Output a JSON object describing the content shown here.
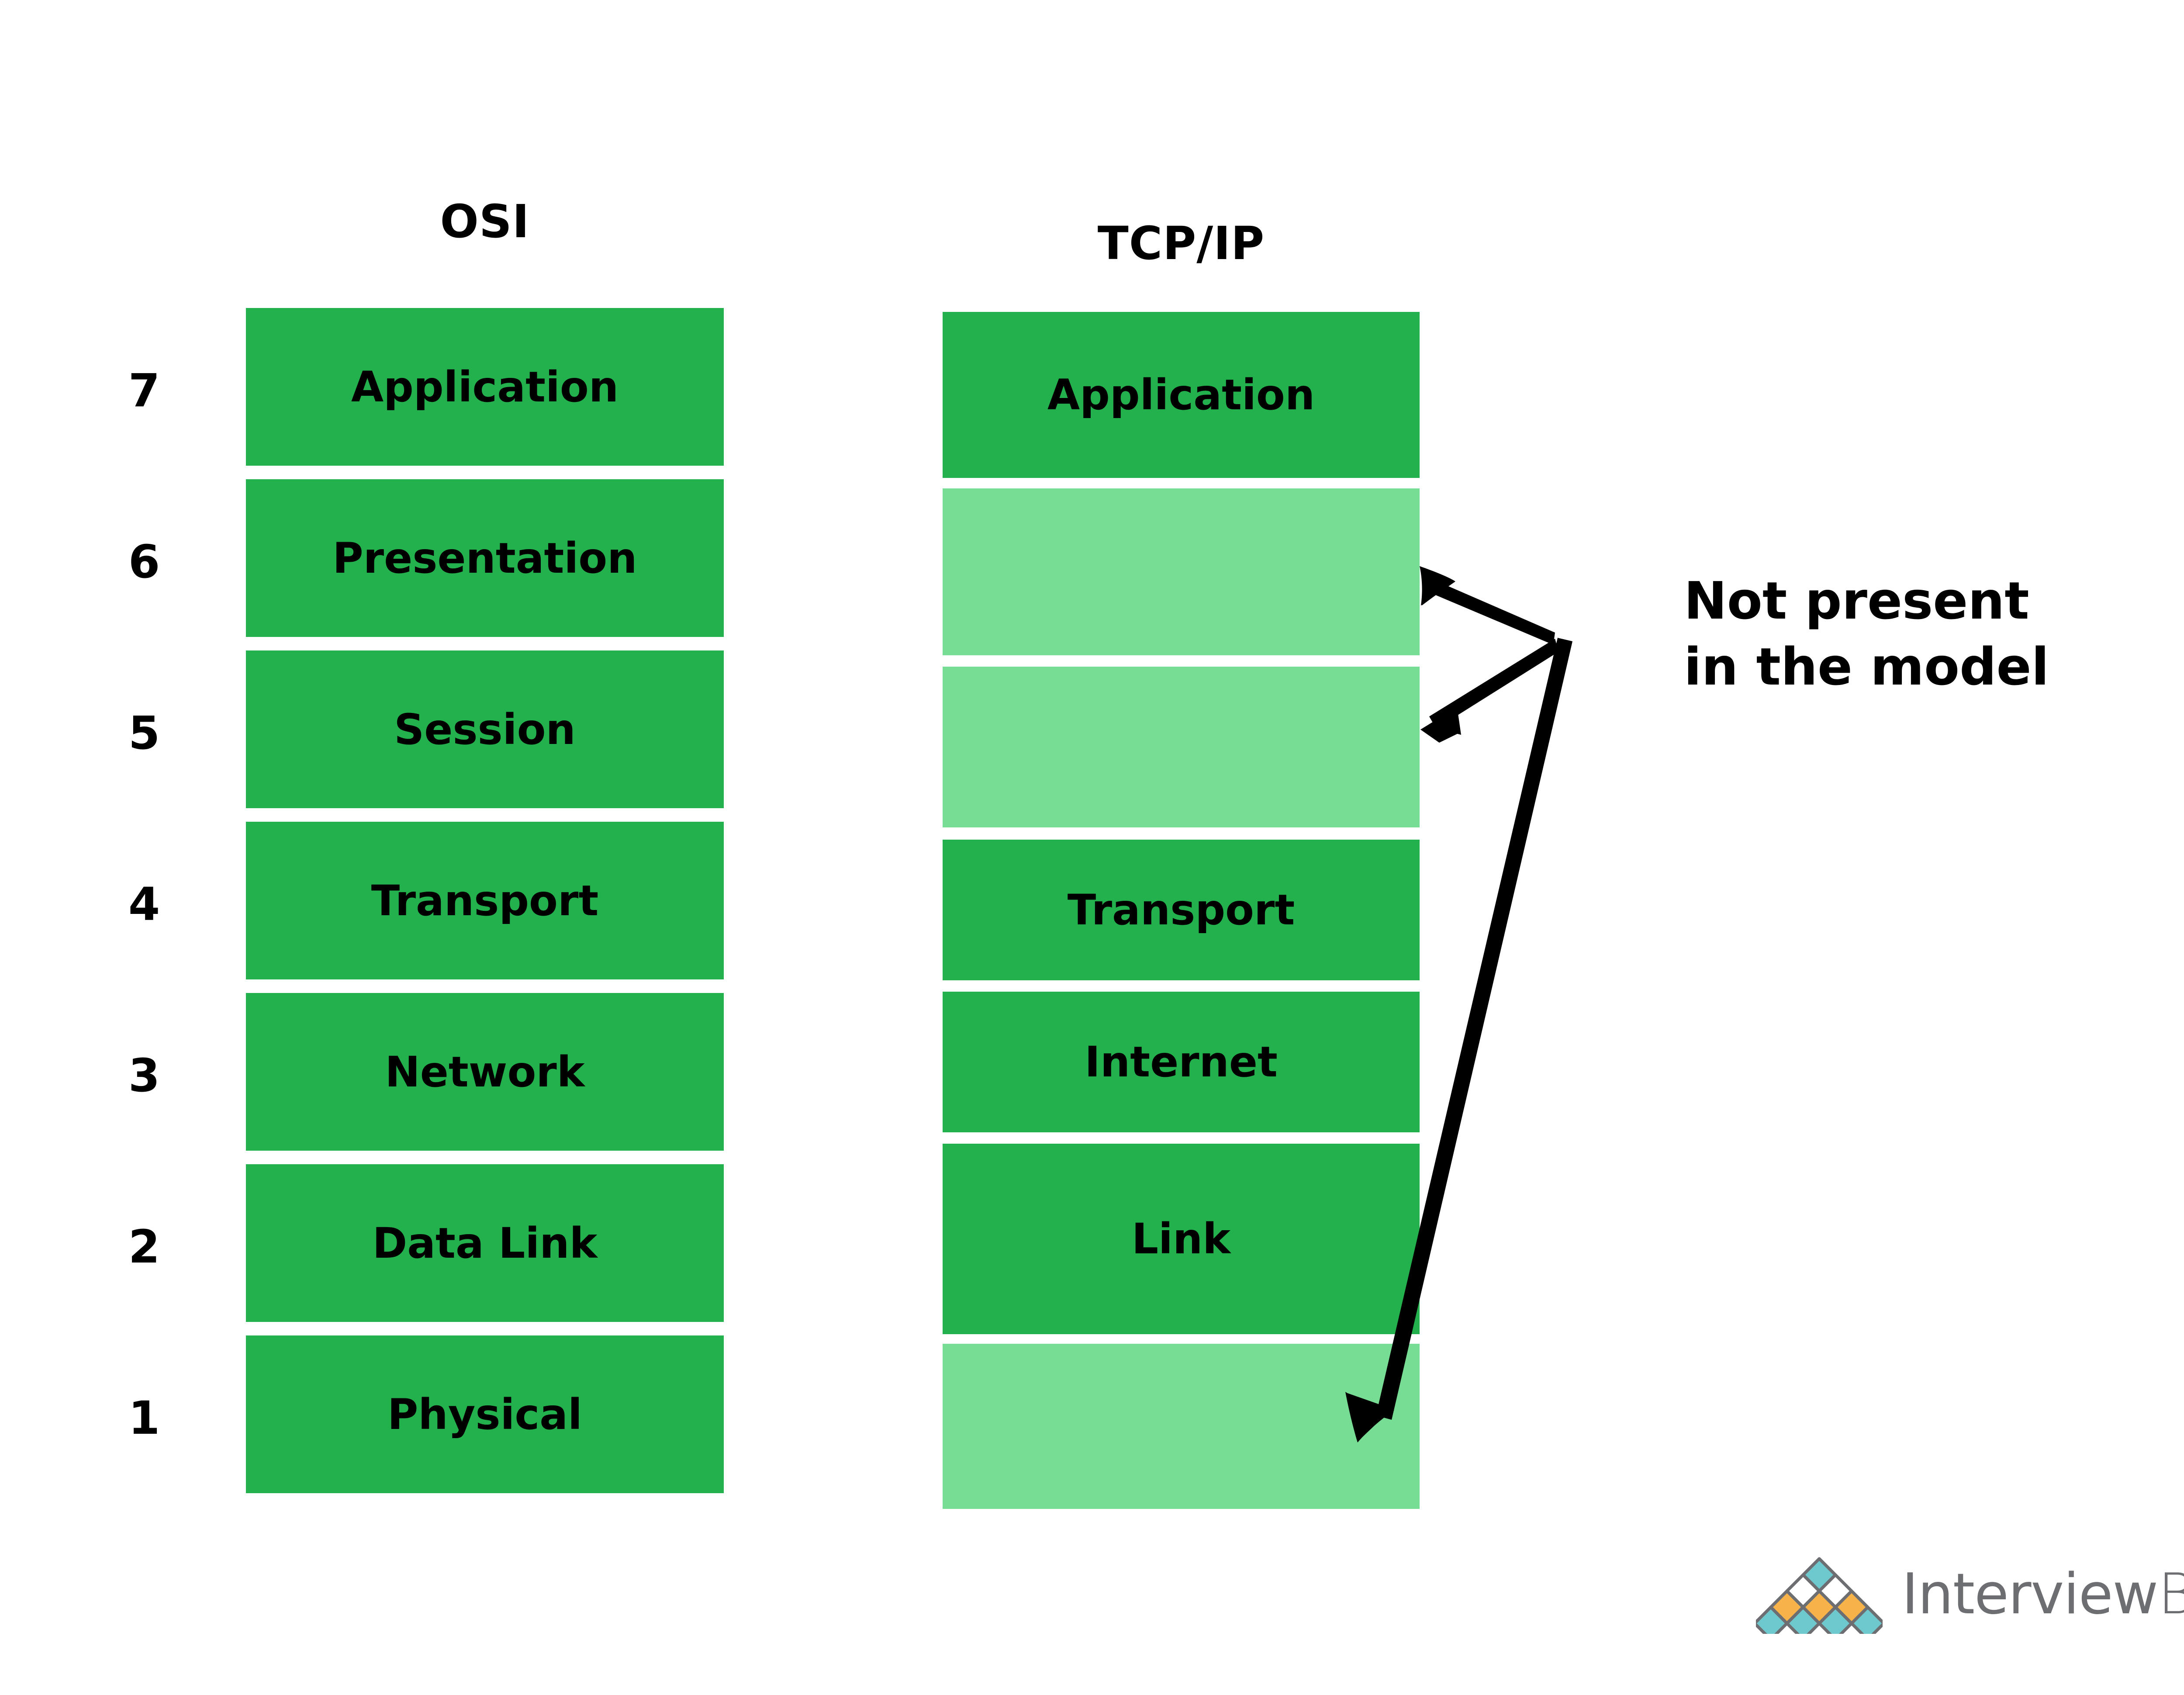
{
  "columns": {
    "osi": {
      "title": "OSI",
      "layers": [
        {
          "number": "7",
          "label": "Application",
          "present": true
        },
        {
          "number": "6",
          "label": "Presentation",
          "present": true
        },
        {
          "number": "5",
          "label": "Session",
          "present": true
        },
        {
          "number": "4",
          "label": "Transport",
          "present": true
        },
        {
          "number": "3",
          "label": "Network",
          "present": true
        },
        {
          "number": "2",
          "label": "Data Link",
          "present": true
        },
        {
          "number": "1",
          "label": "Physical",
          "present": true
        }
      ]
    },
    "tcpip": {
      "title": "TCP/IP",
      "layers": [
        {
          "label": "Application",
          "present": true
        },
        {
          "label": "",
          "present": false
        },
        {
          "label": "",
          "present": false
        },
        {
          "label": "Transport",
          "present": true
        },
        {
          "label": "Internet",
          "present": true
        },
        {
          "label": "Link",
          "present": true
        },
        {
          "label": "",
          "present": false
        }
      ]
    }
  },
  "callout": {
    "line1": "Not present",
    "line2": "in the model",
    "arrow_count": 3
  },
  "brand": {
    "name_primary": "Interview",
    "name_secondary": "Bit",
    "mark": "interviewbit-diamond-pyramid-logo"
  },
  "colors": {
    "layer_present": "#22b14c",
    "layer_absent": "#78dd94",
    "text": "#000000",
    "background": "#ffffff",
    "brand_text": "#6d6e71",
    "brand_teal": "#6ec9cf",
    "brand_orange": "#f7b24a",
    "brand_outline": "#6d6e71"
  }
}
